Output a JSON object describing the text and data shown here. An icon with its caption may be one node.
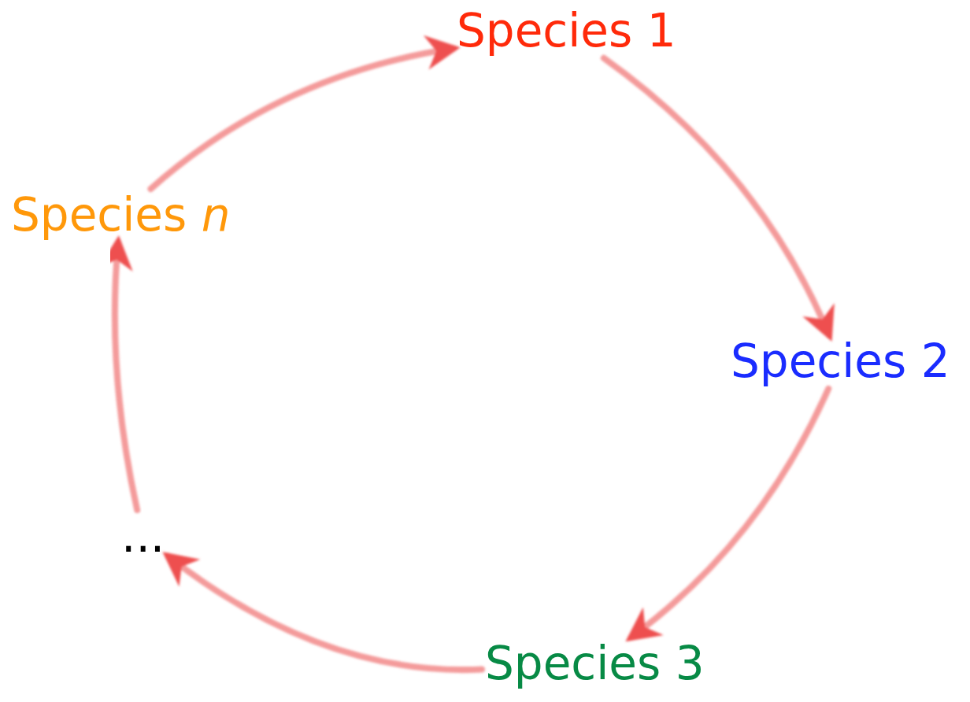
{
  "diagram": {
    "nodes": [
      {
        "text": [
          "Species 1"
        ]
      },
      {
        "text": [
          "Species 2"
        ]
      },
      {
        "text": [
          "Species 3"
        ]
      },
      {
        "text": [
          "..."
        ]
      },
      {
        "text": [
          "Species *n*"
        ]
      }
    ],
    "edges": [
      {
        "from": 0,
        "to": 1,
        "arrow": "to"
      },
      {
        "from": 1,
        "to": 2,
        "arrow": "to"
      },
      {
        "from": 2,
        "to": 3,
        "arrow": "to"
      },
      {
        "from": 3,
        "to": 4,
        "arrow": "to"
      },
      {
        "from": 4,
        "to": 0,
        "arrow": "to"
      }
    ]
  }
}
